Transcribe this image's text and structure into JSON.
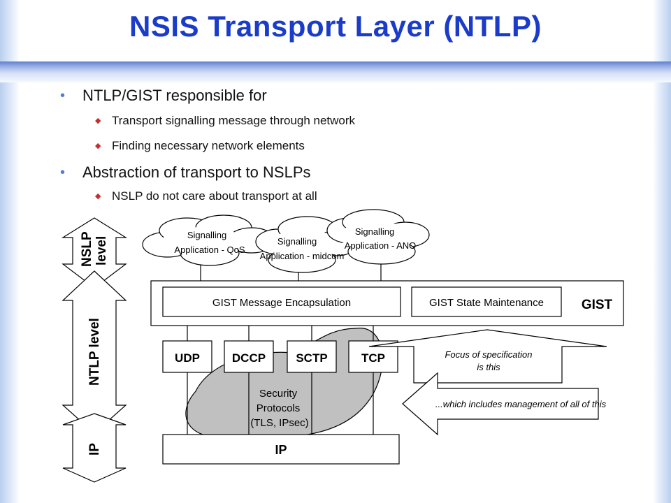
{
  "title": "NSIS Transport Layer (NTLP)",
  "bullets": [
    {
      "text": "NTLP/GIST responsible for",
      "sub": [
        "Transport signalling message through network",
        "Finding necessary network elements"
      ]
    },
    {
      "text": "Abstraction of transport to NSLPs",
      "sub": [
        "NSLP do not care about transport at all"
      ]
    }
  ],
  "diagram": {
    "levels": {
      "nslp_line1": "NSLP",
      "nslp_line2": "level",
      "ntlp": "NTLP level",
      "ip": "IP"
    },
    "clouds": [
      {
        "line1": "Signalling",
        "line2": "Application - QoS"
      },
      {
        "line1": "Signalling",
        "line2": "Application - midcom"
      },
      {
        "line1": "Signalling",
        "line2": "Application - ANO"
      }
    ],
    "gist": {
      "label": "GIST",
      "encapsulation": "GIST Message Encapsulation",
      "state": "GIST State Maintenance"
    },
    "protocols": [
      "UDP",
      "DCCP",
      "SCTP",
      "TCP"
    ],
    "security": {
      "line1": "Security",
      "line2": "Protocols",
      "line3": "(TLS, IPsec)"
    },
    "ip_box": "IP",
    "focus": {
      "line1": "Focus of specification",
      "line2": "is this"
    },
    "includes": "...which includes management of all of this"
  },
  "colors": {
    "title": "#1a3cc8",
    "bullet_level1": "#4a7fd6",
    "bullet_level2": "#c0312e",
    "security_fill": "#c0c0c0",
    "cloud_fill": "#ffffff"
  }
}
